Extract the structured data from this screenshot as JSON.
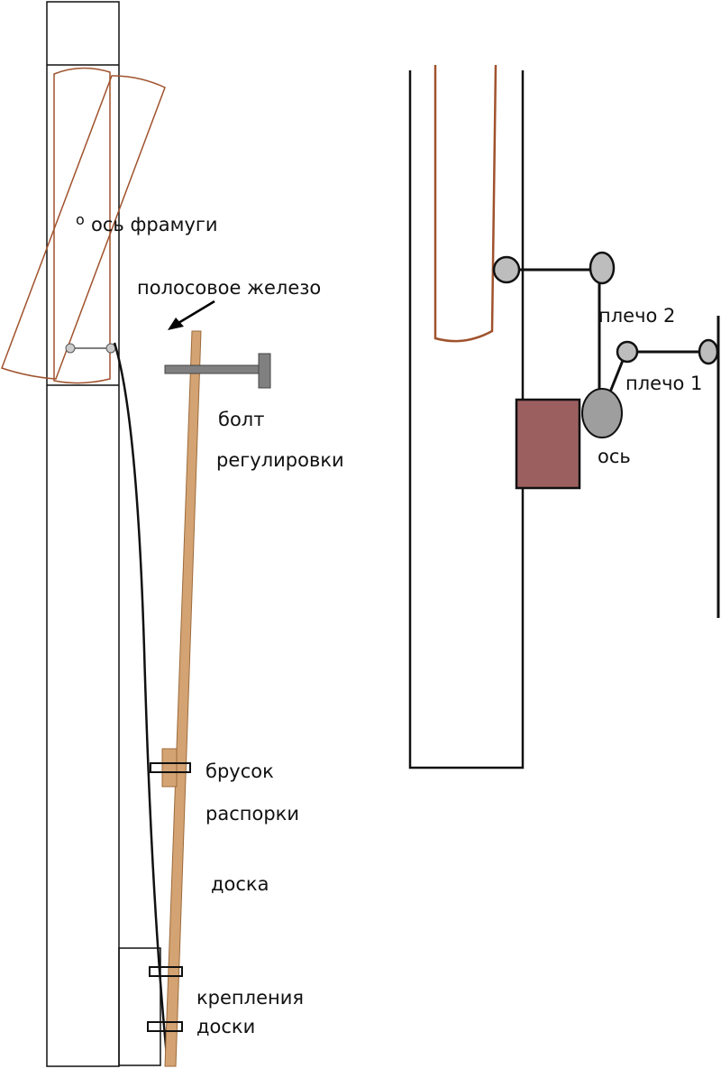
{
  "labels": {
    "pivot_mark": "o",
    "transom_axis": "ось фрамуги",
    "strip_iron": "полосовое железо",
    "bolt_line1": "болт",
    "bolt_line2": "регулировки",
    "bar_line1": "брусок",
    "bar_line2": "распорки",
    "board": "доска",
    "mount_line1": "крепления",
    "mount_line2": "доски",
    "arm2": "плечо 2",
    "arm1": "плечо 1",
    "axis": "ось"
  },
  "colors": {
    "frame": "#111111",
    "transom": "#a0522d",
    "board": "#d4a373",
    "board_edge": "#9c6b3b",
    "bolt": "#808080",
    "pivot_fill": "#bdbdbd",
    "axis_fill": "#9e9e9e",
    "block_fill": "#9c5f5f",
    "arrow": "#000000"
  }
}
